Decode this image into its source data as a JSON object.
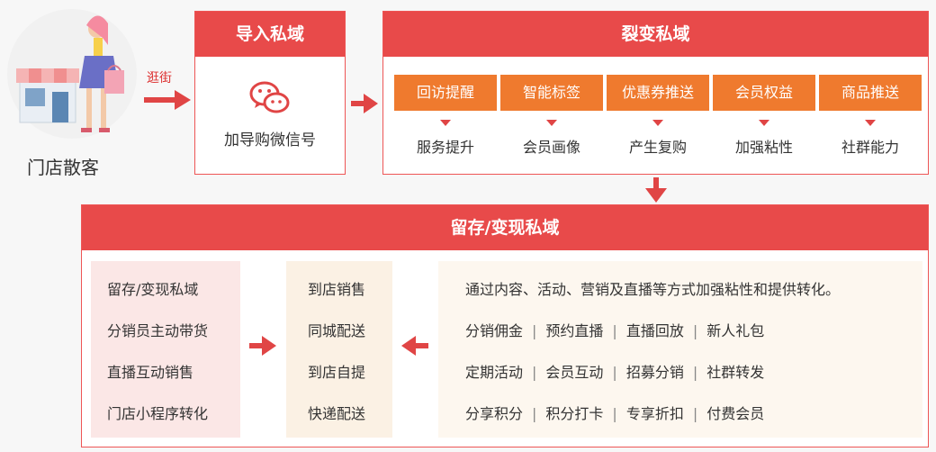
{
  "source": {
    "caption": "门店散客",
    "walk_label": "逛街"
  },
  "import": {
    "title": "导入私域",
    "label": "加导购微信号",
    "icon": "wechat-icon"
  },
  "fission": {
    "title": "裂变私域",
    "tags": [
      "回访提醒",
      "智能标签",
      "优惠券推送",
      "会员权益",
      "商品推送"
    ],
    "outcomes": [
      "服务提升",
      "会员画像",
      "产生复购",
      "加强粘性",
      "社群能力"
    ]
  },
  "retain": {
    "title": "留存/变现私域",
    "left_items": [
      "留存/变现私域",
      "分销员主动带货",
      "直播互动销售",
      "门店小程序转化"
    ],
    "mid_items": [
      "到店销售",
      "同城配送",
      "到店自提",
      "快递配送"
    ],
    "right_intro": "通过内容、活动、营销及直播等方式加强粘性和提供转化。",
    "right_rows": [
      [
        "分销佣金",
        "预约直播",
        "直播回放",
        "新人礼包"
      ],
      [
        "定期活动",
        "会员互动",
        "招募分销",
        "社群转发"
      ],
      [
        "分享积分",
        "积分打卡",
        "专享折扣",
        "付费会员"
      ]
    ]
  },
  "colors": {
    "panel_red": "#e84a4a",
    "tag_orange": "#ef7a2e",
    "pink_box": "#fbe7e6",
    "beige_box": "#fbf1e4",
    "cream_box": "#fdf7ef"
  }
}
